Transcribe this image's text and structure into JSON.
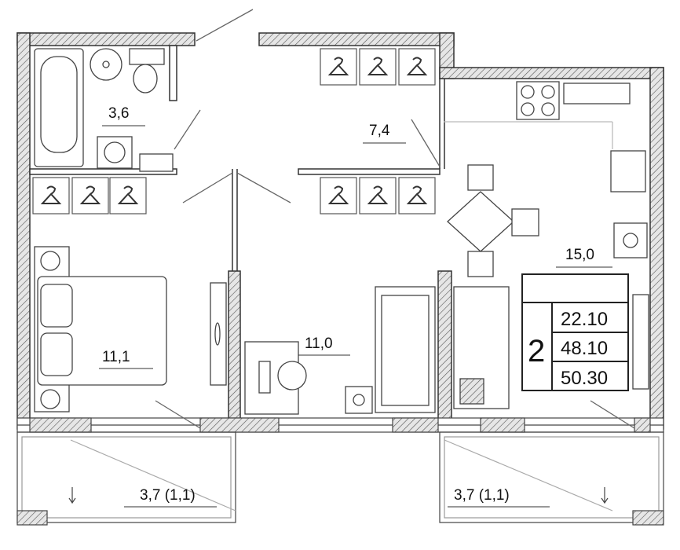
{
  "rooms": {
    "bathroom": "3,6",
    "hall": "7,4",
    "kitchen": "15,0",
    "bedroom": "11,1",
    "room2": "11,0",
    "balcony_left": "3,7 (1,1)",
    "balcony_right": "3,7 (1,1)"
  },
  "summary": {
    "room_count": "2",
    "living_area": "22.10",
    "total_area": "48.10",
    "total_with_balcony": "50.30"
  },
  "colors": {
    "line": "#333333",
    "wall_fill": "#d9d9d9"
  }
}
